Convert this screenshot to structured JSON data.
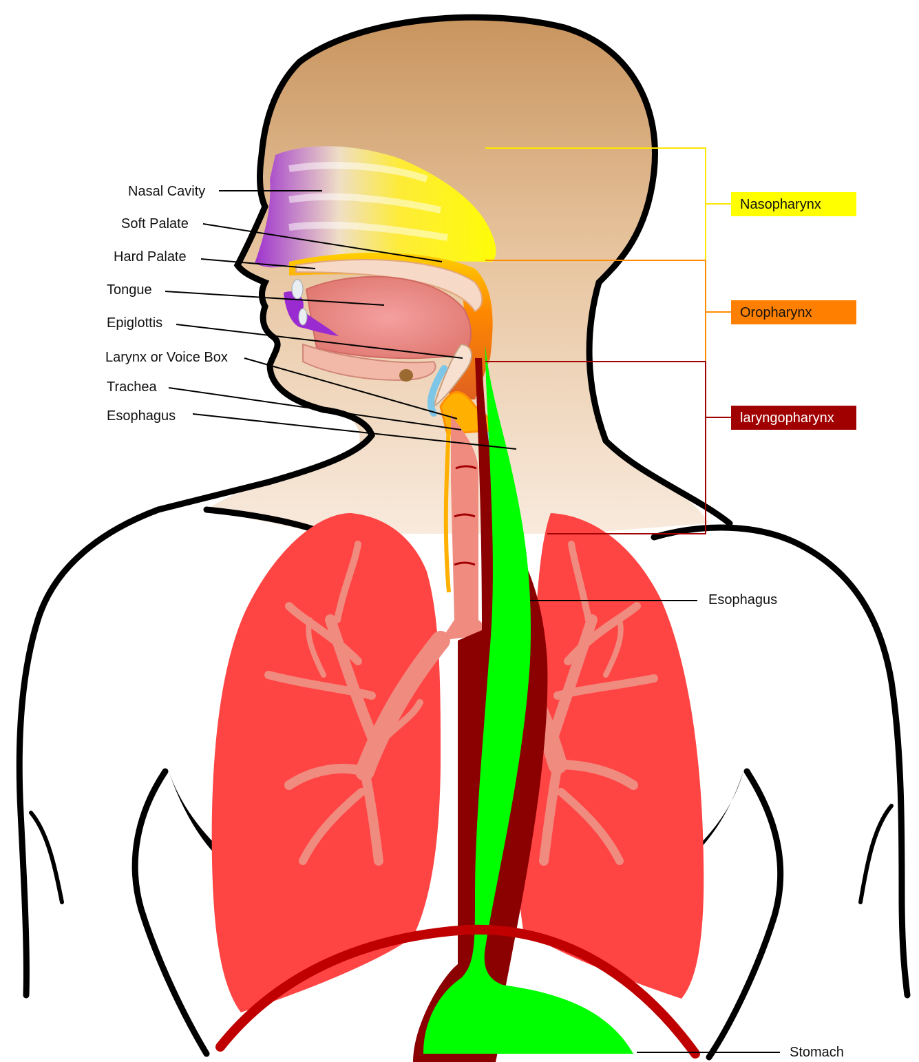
{
  "labels_left": [
    {
      "id": "nasal-cavity",
      "text": "Nasal Cavity"
    },
    {
      "id": "soft-palate",
      "text": "Soft Palate"
    },
    {
      "id": "hard-palate",
      "text": "Hard Palate"
    },
    {
      "id": "tongue",
      "text": "Tongue"
    },
    {
      "id": "epiglottis",
      "text": "Epiglottis"
    },
    {
      "id": "larynx",
      "text": "Larynx or Voice Box"
    },
    {
      "id": "trachea",
      "text": "Trachea"
    },
    {
      "id": "esophagus-upper",
      "text": "Esophagus"
    }
  ],
  "labels_right": {
    "esophagus": "Esophagus",
    "stomach": "Stomach"
  },
  "regions": [
    {
      "id": "nasopharynx",
      "text": "Nasopharynx",
      "bg": "#ffff00",
      "fg": "#111111",
      "line": "#ffe600"
    },
    {
      "id": "oropharynx",
      "text": "Oropharynx",
      "bg": "#ff8000",
      "fg": "#111111",
      "line": "#ff8c00"
    },
    {
      "id": "laryngopharynx",
      "text": "laryngopharynx",
      "bg": "#a00000",
      "fg": "#ffffff",
      "line": "#a00000"
    }
  ],
  "colors": {
    "skin_top": "#c8945e",
    "skin_bottom": "#f7e8da",
    "lung": "#ff4444",
    "bronchi": "#f08b80",
    "esophagus": "#00ff00",
    "wall": "#8b0000",
    "diaphragm": "#c00000",
    "outline": "#000000"
  }
}
